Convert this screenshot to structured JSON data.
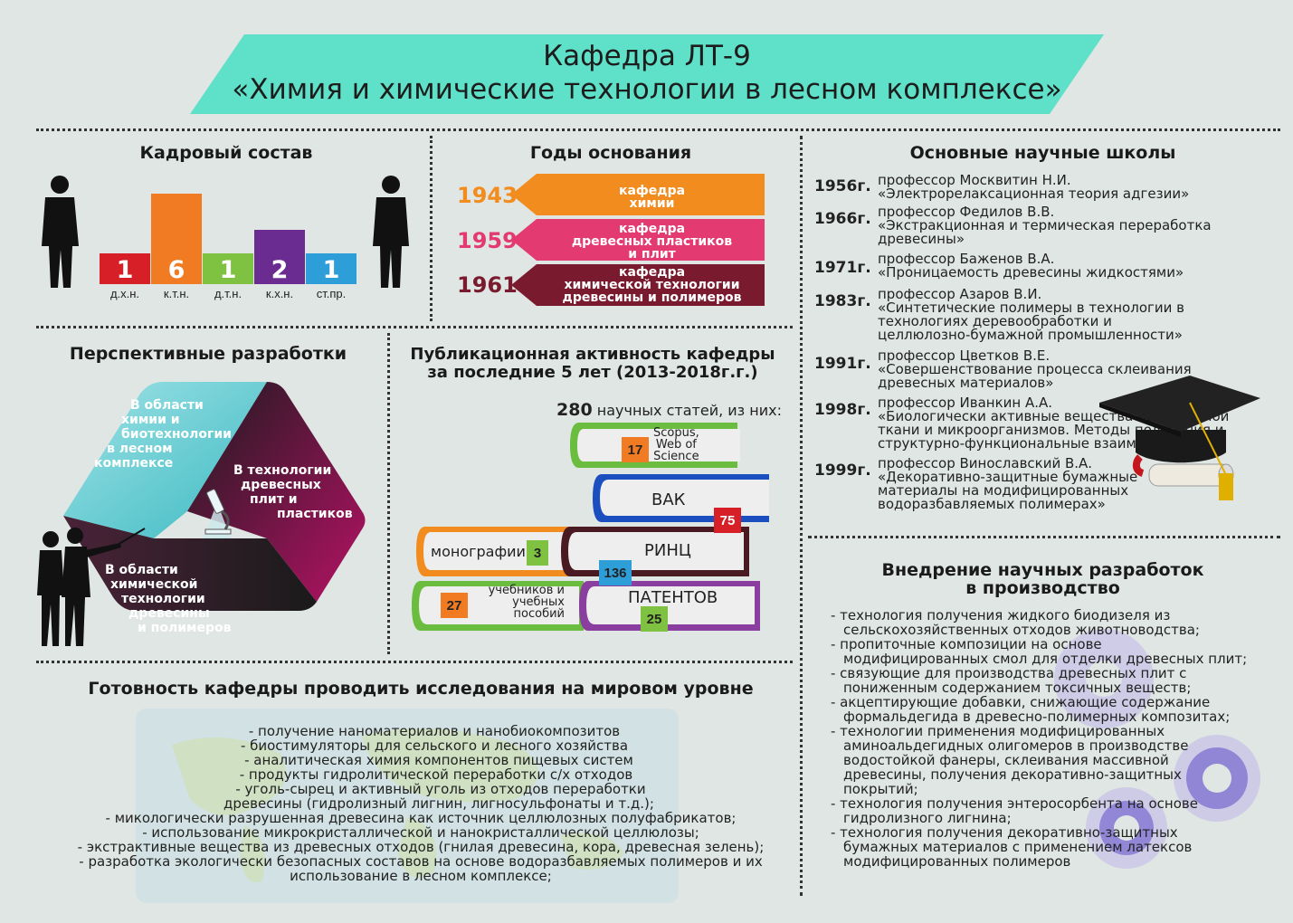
{
  "header": {
    "line1": "Кафедра ЛТ-9",
    "line2": "«Химия и химические технологии в лесном комплексе»"
  },
  "staff": {
    "title": "Кадровый состав",
    "bars": [
      {
        "value": "1",
        "label": "д.х.н.",
        "color": "#d61f26"
      },
      {
        "value": "6",
        "label": "к.т.н.",
        "color": "#f07b22"
      },
      {
        "value": "1",
        "label": "д.т.н.",
        "color": "#7fc241"
      },
      {
        "value": "2",
        "label": "к.х.н.",
        "color": "#6a2c91"
      },
      {
        "value": "1",
        "label": "ст.пр.",
        "color": "#2e9ed8"
      }
    ]
  },
  "founding": {
    "title": "Годы основания",
    "items": [
      {
        "year": "1943",
        "label1": "кафедра",
        "label2": "химии",
        "label3": "",
        "color": "#f28c1e"
      },
      {
        "year": "1959",
        "label1": "кафедра",
        "label2": "древесных пластиков",
        "label3": "и плит",
        "color": "#e33a72"
      },
      {
        "year": "1961",
        "label1": "кафедра",
        "label2": "химической технологии",
        "label3": "древесины и полимеров",
        "color": "#7a1a2e"
      }
    ]
  },
  "schools": {
    "title": "Основные научные школы",
    "items": [
      {
        "year": "1956г.",
        "l1": "профессор Москвитин Н.И.",
        "l2": "«Электрорелаксационная теория адгезии»",
        "l3": "",
        "l4": ""
      },
      {
        "year": "1966г.",
        "l1": "профессор Федилов В.В.",
        "l2": "«Экстракционная и термическая переработка",
        "l3": "древесины»",
        "l4": ""
      },
      {
        "year": "1971г.",
        "l1": "профессор Баженов В.А.",
        "l2": "«Проницаемость древесины жидкостями»",
        "l3": "",
        "l4": ""
      },
      {
        "year": "1983г.",
        "l1": "профессор Азаров В.И.",
        "l2": "«Синтетические полимеры в технологии в",
        "l3": "технологиях деревообработки и",
        "l4": "целлюлозно-бумажной промышленности»"
      },
      {
        "year": "1991г.",
        "l1": "профессор Цветков В.Е.",
        "l2": "«Совершенствование процесса склеивания",
        "l3": "древесных материалов»",
        "l4": ""
      },
      {
        "year": "1998г.",
        "l1": "профессор Иванкин А.А.",
        "l2": "«Биологически активные вещества из животной",
        "l3": "ткани и микроорганизмов. Методы получения и",
        "l4": "структурно-функциональные взаимосвязи»"
      },
      {
        "year": "1999г.",
        "l1": "профессор Винославский В.А.",
        "l2": "«Декоративно-защитные бумажные",
        "l3": "материалы на модифицированных",
        "l4": "водоразбавляемых полимерах»"
      }
    ]
  },
  "perspective": {
    "title": "Перспективные разработки",
    "seg1": [
      "В области",
      "химии и",
      "биотехнологии",
      "в лесном",
      "комплексе"
    ],
    "seg2": [
      "В технологии",
      "древесных",
      "плит и",
      "пластиков"
    ],
    "seg3": [
      "В области",
      "химической",
      "технологии",
      "древесины",
      "и полимеров"
    ]
  },
  "publications": {
    "title1": "Публикационная активность кафедры",
    "title2": "за последние 5 лет (2013-2018г.г.)",
    "total_num": "280",
    "total_text": "научных статей, из них:",
    "scopus_num": "17",
    "scopus_l1": "Scopus,",
    "scopus_l2": "Web of",
    "scopus_l3": "Science",
    "vak_label": "ВАК",
    "vak_num": "75",
    "mono_label": "монографии",
    "mono_num": "3",
    "rinc_label": "РИНЦ",
    "rinc_num": "136",
    "text_num": "27",
    "text_l1": "учебников и",
    "text_l2": "учебных",
    "text_l3": "пособий",
    "pat_label": "ПАТЕНТОВ",
    "pat_num": "25"
  },
  "readiness": {
    "title": "Готовность кафедры проводить исследования на мировом уровне",
    "lines": [
      "- получение наноматериалов и нанобиокомпозитов",
      "- биостимуляторы для сельского и лесного хозяйства",
      "- аналитическая химия компонентов пищевых систем",
      "- продукты гидролитической переработки с/х отходов",
      "- уголь-сырец и активный уголь из отходов переработки",
      "древесины (гидролизный лигнин, лигносульфонаты и т.д.);",
      "- микологически разрушенная древесина как источник целлюлозных полуфабрикатов;",
      "- использование микрокристаллической и нанокристаллической целлюлозы;",
      "- экстрактивные вещества из древесных отходов (гнилая древесина, кора, древесная зелень);",
      "- разработка экологически безопасных составов на основе водоразбавляемых полимеров и их",
      "использование в лесном комплексе;"
    ]
  },
  "implementation": {
    "title1": "Внедрение научных разработок",
    "title2": "в производство",
    "lines": [
      "- технология получения жидкого биодизеля из",
      "сельскохозяйственных отходов животноводства;",
      "- пропиточные композиции на основе",
      "модифицированных смол для отделки древесных плит;",
      "- связующие для производства древесных плит с",
      "пониженным содержанием токсичных веществ;",
      "- акцептирующие добавки, снижающие содержание",
      "формальдегида в древесно-полимерных композитах;",
      "- технологии применения модифицированных",
      "аминоальдегидных олигомеров в производстве",
      "водостойкой фанеры, склеивания массивной",
      "древесины, получения декоративно-защитных",
      "покрытий;",
      "- технология получения энтеросорбента на основе",
      "гидролизного лигнина;",
      "- технология получения декоративно-защитных",
      "бумажных материалов с применением латексов",
      "модифицированных полимеров"
    ]
  },
  "colors": {
    "banner": "#5fe0c8",
    "teal": "#4fc3c9",
    "magenta": "#a5125e",
    "dark": "#1f1a1e"
  }
}
